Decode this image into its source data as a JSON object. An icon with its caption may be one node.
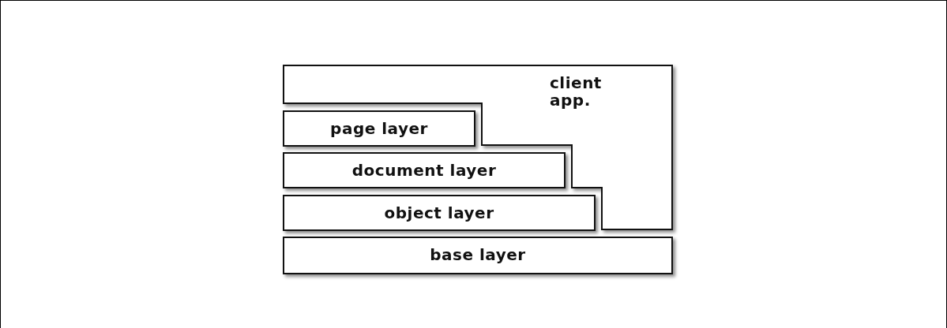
{
  "diagram": {
    "nodes": [
      {
        "text": [
          "client app."
        ]
      },
      {
        "text": [
          "page layer"
        ]
      },
      {
        "text": [
          "document layer"
        ]
      },
      {
        "text": [
          "object layer"
        ]
      },
      {
        "text": [
          "base layer"
        ]
      }
    ]
  }
}
